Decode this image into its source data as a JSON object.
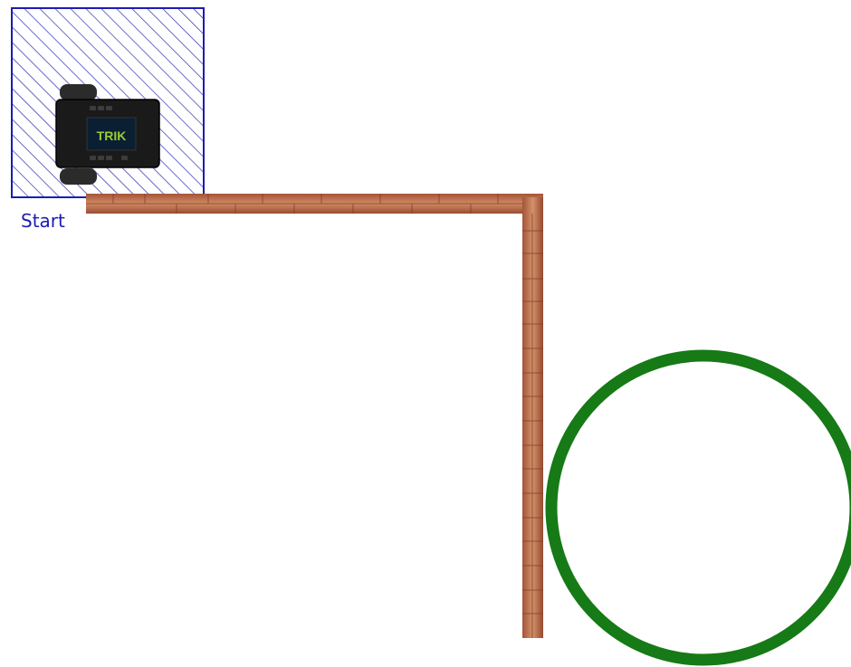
{
  "scene": {
    "start_zone": {
      "label": "Start",
      "color": "#1c1cb4"
    },
    "robot": {
      "brand": "TRIK",
      "screen_text_color": "#9acd32",
      "body_color": "#1a1a1a"
    },
    "walls": {
      "style": "brick",
      "color": "#b86a45"
    },
    "target_circle": {
      "color": "#167a16"
    }
  }
}
